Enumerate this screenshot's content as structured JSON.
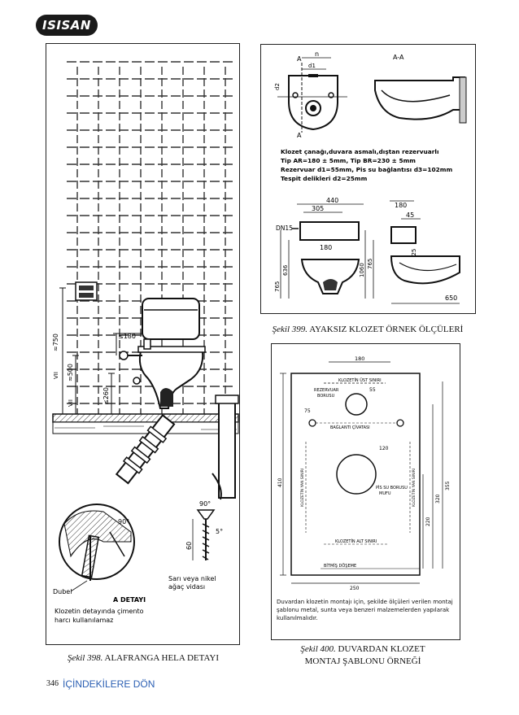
{
  "header": {
    "logo_text": "ISISAN"
  },
  "figure398": {
    "caption_num": "Şekil 398.",
    "caption_text": "ALAFRANGA HELA DETAYI",
    "labels": {
      "d180": "≤180",
      "d500": "≈500",
      "d750": "≈750",
      "d260": "≤260",
      "roman7a": "VII",
      "roman7b": "VII",
      "deg90a": "90°",
      "deg90b": "90°",
      "deg5": "5°",
      "d60": "60",
      "dubel": "Dubel",
      "detail_title": "A DETAYI",
      "screw_note_1": "Sarı veya nikel",
      "screw_note_2": "ağaç vidası",
      "cement_note_1": "Klozetin detayında çimento",
      "cement_note_2": "harcı kullanılamaz"
    }
  },
  "figure399": {
    "caption_num": "Şekil 399.",
    "caption_text": "AYAKSIZ KLOZET ÖRNEK ÖLÇÜLERİ",
    "labels": {
      "n": "n",
      "d1": "d1",
      "d2": "d2",
      "a": "A",
      "aa": "A-A",
      "spec1": "Klozet çanağı,duvara asmalı,dıştan rezervuarlı",
      "spec2": "Tip AR=180 ± 5mm, Tip BR=230 ± 5mm",
      "spec3": "Rezervuar d1=55mm, Pis su bağlantısı d3=102mm",
      "spec4": "Tespit delikleri d2=25mm",
      "d440": "440",
      "d305": "305",
      "dn15": "DN15",
      "d180b": "180",
      "d636": "636",
      "d765": "765",
      "d1060": "1060",
      "d765b": "765",
      "d180c": "180",
      "d45": "45",
      "d325": "325",
      "d650": "650"
    }
  },
  "figure400": {
    "caption_num": "Şekil 400.",
    "caption_line1": "DUVARDAN KLOZET",
    "caption_line2": "MONTAJ ŞABLONU ÖRNEĞİ",
    "labels": {
      "d180": "180",
      "top_edge": "KLOZETİN ÜST SINIRI",
      "tank_pipe_1": "REZERVUAR",
      "tank_pipe_2": "BORUSU",
      "d55": "55",
      "d75": "75",
      "conn_hole": "BAĞLANTI ÇİVATASI",
      "d120": "120",
      "waste_1": "PİS SU BORUSU",
      "waste_2": "MUFU",
      "side_left": "KLOZETİN YAN SINIRI",
      "side_right": "KLOZETİN YAN SINIRI",
      "bottom_edge": "KLOZETİN ALT SINIRI",
      "floor": "BİTMİŞ DÖŞEME",
      "d410": "410",
      "d250": "250",
      "d220": "220",
      "d320": "320",
      "d355": "355",
      "note": "Duvardan klozetin montajı için, şekilde ölçüleri verilen montaj şablonu metal, sunta veya benzeri malzemelerden yapılarak kullanılmalıdır."
    }
  },
  "footer": {
    "page_number": "346",
    "toc_link": "İÇİNDEKİLERE DÖN"
  }
}
